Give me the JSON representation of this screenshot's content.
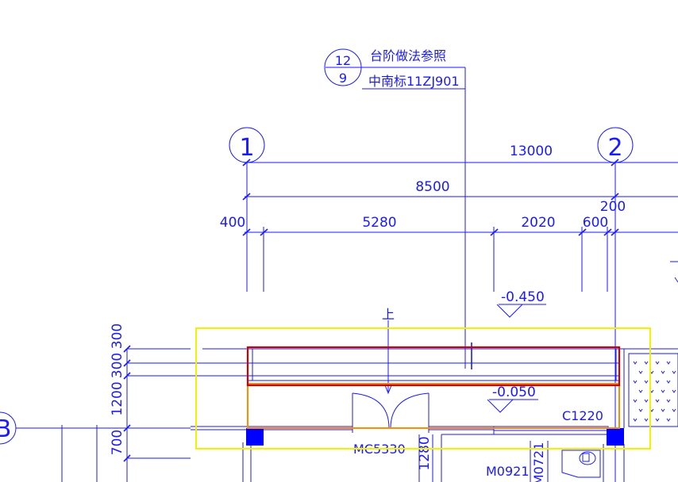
{
  "callout": {
    "number_top": "12",
    "number_bottom": "9",
    "note_line1": "台阶做法参照",
    "note_line2": "中南标11ZJ901"
  },
  "axes": {
    "axis_1": "1",
    "axis_2": "2",
    "axis_b": "B"
  },
  "dimensions": {
    "overall": "13000",
    "sub_total": "8500",
    "left_offset": "400",
    "span_a": "5280",
    "span_b": "2020",
    "span_c": "600",
    "right_offset": "200",
    "v_300a": "300",
    "v_300b": "300",
    "v_1200": "1200",
    "v_700": "700",
    "v_1280": "1280"
  },
  "levels": {
    "outer": "-0.450",
    "inner": "-0.050"
  },
  "labels": {
    "up_arrow": "上",
    "door_main": "MC5330",
    "window": "C1220",
    "door_small": "M0921",
    "door_small_v": "M0721"
  },
  "colors": {
    "line": "#1a1aff",
    "highlight_yellow": "#f2f200",
    "highlight_red": "#d00000",
    "highlight_orange": "#ff8c00",
    "column_fill": "#0000ff"
  }
}
